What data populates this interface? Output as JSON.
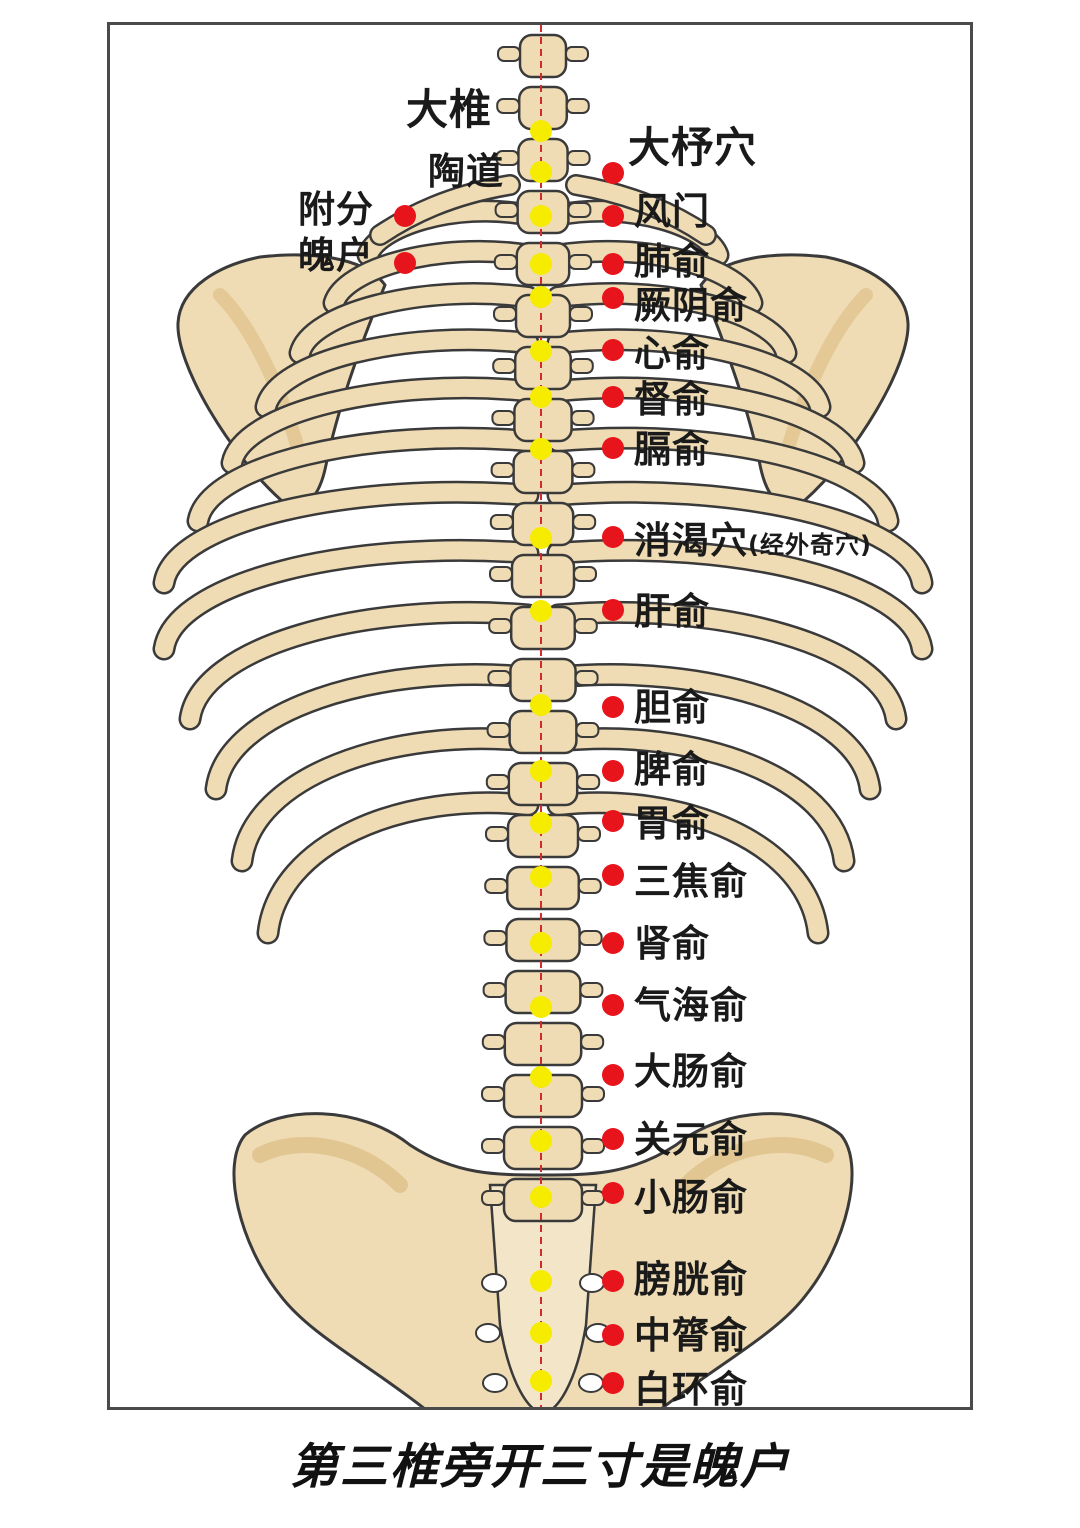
{
  "diagram": {
    "left_labels": {
      "dazhui": "大椎",
      "taodao": "陶道",
      "fufen": "附分",
      "pohu": "魄户"
    },
    "right_labels": [
      "大杼穴",
      "风门",
      "肺俞",
      "厥阴俞",
      "心俞",
      "督俞",
      "膈俞",
      "消渴穴",
      "肝俞",
      "胆俞",
      "脾俞",
      "胃俞",
      "三焦俞",
      "肾俞",
      "气海俞",
      "大肠俞",
      "关元俞",
      "小肠俞",
      "膀胱俞",
      "中膂俞",
      "白环俞"
    ],
    "xiaoke_note": "(经外奇穴)",
    "colors": {
      "acupoint_red": "#e8141c",
      "spine_yellow": "#f5ec00",
      "midline": "#d42a2a",
      "bone_fill": "#efdcb4",
      "bone_shade": "#dfc08a",
      "outline": "#3a3a3a"
    }
  },
  "caption": "第三椎旁开三寸是魄户"
}
